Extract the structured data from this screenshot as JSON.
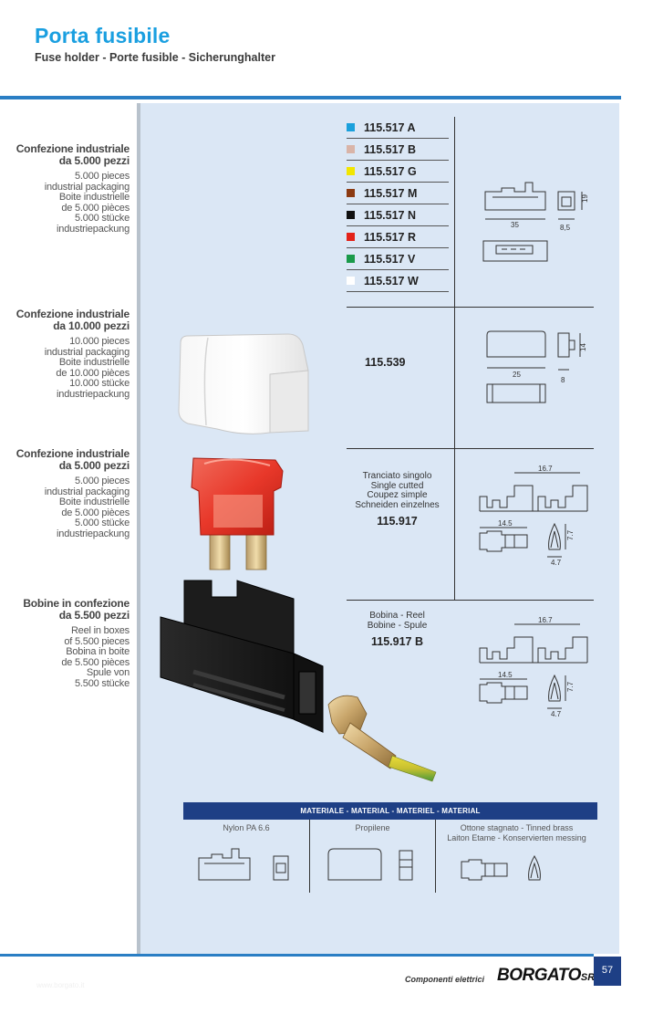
{
  "header": {
    "title": "Porta fusibile",
    "subtitle": "Fuse holder - Porte fusible -  Sicherunghalter"
  },
  "packaging": [
    {
      "heading": [
        "Confezione industriale",
        "da 5.000 pezzi"
      ],
      "lines": [
        "5.000 pieces",
        "industrial packaging",
        "Boite industrielle",
        "de 5.000 pièces",
        "5.000 stücke",
        "industriepackung"
      ]
    },
    {
      "heading": [
        "Confezione industriale",
        "da 10.000 pezzi"
      ],
      "lines": [
        "10.000 pieces",
        "industrial packaging",
        "Boite industrielle",
        "de 10.000 pièces",
        "10.000 stücke",
        "industriepackung"
      ]
    },
    {
      "heading": [
        "Confezione industriale",
        "da 5.000 pezzi"
      ],
      "lines": [
        "5.000 pieces",
        "industrial packaging",
        "Boite industrielle",
        "de 5.000 pièces",
        "5.000 stücke",
        "industriepackung"
      ]
    },
    {
      "heading": [
        "Bobine in confezione",
        "da 5.500 pezzi"
      ],
      "lines": [
        "Reel in boxes",
        "of 5.500 pieces",
        "Bobina in boite",
        "de 5.500 pièces",
        "Spule von",
        "5.500 stücke"
      ]
    }
  ],
  "codes": [
    {
      "code": "115.517 A",
      "color": "#1aa0dc"
    },
    {
      "code": "115.517 B",
      "color": "#d9b4a8"
    },
    {
      "code": "115.517 G",
      "color": "#f2e600"
    },
    {
      "code": "115.517 M",
      "color": "#8b3a12"
    },
    {
      "code": "115.517 N",
      "color": "#111111"
    },
    {
      "code": "115.517 R",
      "color": "#e32219"
    },
    {
      "code": "115.517 V",
      "color": "#1a9a4a"
    },
    {
      "code": "115.517 W",
      "color": "#ffffff"
    }
  ],
  "code_539": "115.539",
  "terminal_single": {
    "lines": [
      "Tranciato singolo",
      "Single cutted",
      "Coupez simple",
      "Schneiden einzelnes"
    ],
    "code": "115.917"
  },
  "terminal_reel": {
    "lines": [
      "Bobina - Reel",
      "Bobine - Spule"
    ],
    "code": "115.917 B"
  },
  "dims": {
    "holder_w": "35",
    "holder_h": "19",
    "holder_d": "8,5",
    "cover_w": "25",
    "cover_h": "14",
    "cover_d": "8",
    "strip": "16.7",
    "term_len": "14.5",
    "term_h": "7.7",
    "term_w": "4.7"
  },
  "materials": {
    "heading": "MATERIALE - MATERIAL - MATERIEL - MATERIAL",
    "col1": "Nylon PA 6.6",
    "col2": "Propilene",
    "col3": [
      "Ottone stagnato - Tinned brass",
      "Laiton Etame - Konservierten messing"
    ]
  },
  "footer": {
    "left": "www.borgato.it",
    "components": "Componenti elettrici",
    "brand": "BORGATO",
    "srl": "SRL",
    "page": "57"
  }
}
